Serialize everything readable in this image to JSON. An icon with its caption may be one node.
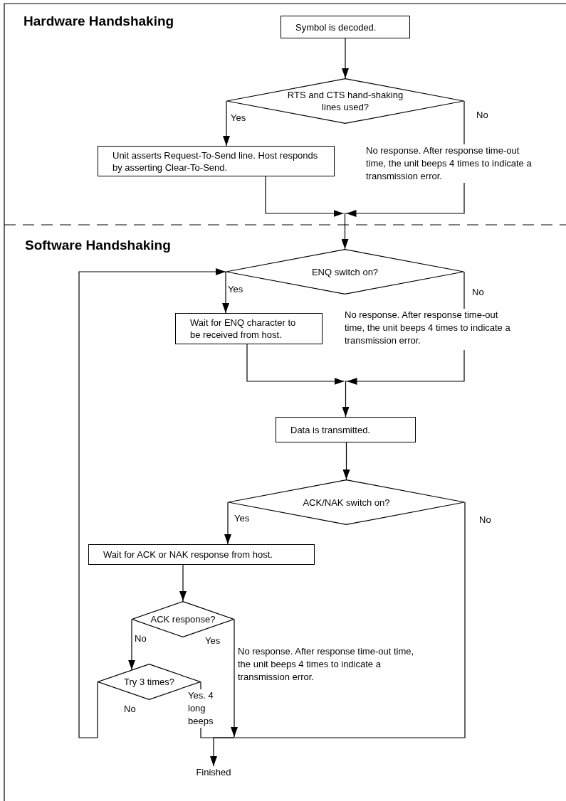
{
  "diagram": {
    "nodes": [
      {
        "text": [
          "Symbol is decoded."
        ]
      },
      {
        "text": [
          "RTS and CTS hand-shaking lines used?"
        ]
      },
      {
        "text": [
          "Unit asserts Request-To-Send line. Host responds by asserting Clear-To-Send."
        ]
      },
      {
        "text": [
          "No response. After response time-out time, the unit beeps 4 times to indicate a transmission error."
        ]
      },
      {
        "text": [
          "ENQ switch on?"
        ]
      },
      {
        "text": [
          "Wait for ENQ character to be received from host."
        ]
      },
      {
        "text": [
          "No response. After response time-out time, the unit beeps 4 times to indicate a transmission error."
        ]
      },
      {
        "text": [
          "Data is transmitted."
        ]
      },
      {
        "text": [
          "ACK/NAK switch on?"
        ]
      },
      {
        "text": [
          "Wait for ACK or NAK response from host."
        ]
      },
      {
        "text": [
          "ACK response?"
        ]
      },
      {
        "text": [
          "Try 3 times?"
        ]
      },
      {
        "text": [
          "Finished"
        ]
      }
    ],
    "edges": [
      {
        "from": 0,
        "to": 1,
        "arrow": "to"
      },
      {
        "from": 1,
        "to": 2,
        "arrow": "to",
        "label": "Yes"
      },
      {
        "from": 1,
        "to": 3,
        "arrow": "none",
        "label": "No"
      },
      {
        "from": 2,
        "to": 4,
        "arrow": "to"
      },
      {
        "from": 3,
        "to": 4,
        "arrow": "to"
      },
      {
        "from": 4,
        "to": 5,
        "arrow": "to",
        "label": "Yes"
      },
      {
        "from": 4,
        "to": 6,
        "arrow": "none",
        "label": "No"
      },
      {
        "from": 5,
        "to": 7,
        "arrow": "to"
      },
      {
        "from": 6,
        "to": 7,
        "arrow": "to"
      },
      {
        "from": 7,
        "to": 8,
        "arrow": "to"
      },
      {
        "from": 8,
        "to": 9,
        "arrow": "to",
        "label": "Yes"
      },
      {
        "from": 8,
        "to": 12,
        "arrow": "to",
        "label": "No"
      },
      {
        "from": 9,
        "to": 10,
        "arrow": "to"
      },
      {
        "from": 10,
        "to": 11,
        "arrow": "to",
        "label": "No"
      },
      {
        "from": 10,
        "to": 12,
        "arrow": "to",
        "label": "Yes"
      },
      {
        "from": 11,
        "to": 12,
        "arrow": "to",
        "label": "Yes. 4 long beeps"
      },
      {
        "from": 11,
        "to": 4,
        "arrow": "to",
        "label": "No"
      }
    ],
    "labels": [
      "Hardware Handshaking",
      "Software Handshaking",
      "No response. After response time-out time, the unit beeps 4 times to indicate a transmission error."
    ]
  }
}
